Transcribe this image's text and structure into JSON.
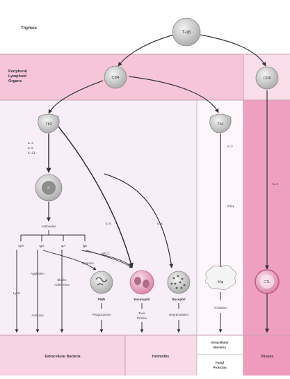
{
  "rows": {
    "thymus": "Thymus",
    "peripheral": [
      "Peripheral",
      "Lymphoid",
      "Organs"
    ]
  },
  "cells": {
    "tab": "T-αβ",
    "cd4": "CD4",
    "cd8": "CD8",
    "th2": "Th2",
    "th1": "Th1",
    "b": "B",
    "mph": "Mφ",
    "ctl": "CTL",
    "pmn": "PMN",
    "eosinophil": "Eosinophil",
    "basophil": "Basophil"
  },
  "labels": {
    "th2_cytokines": [
      "IL-4",
      "IL-5",
      "IL-13"
    ],
    "th1_il2": "IL-2",
    "th1_ifn": "IFNγ",
    "il5": "IL-5",
    "il4": "IL-4",
    "cd8_il2": "IL-2",
    "antibodies": "Antibodies",
    "igs": [
      "IgM",
      "IgG",
      "IgA",
      "IgE"
    ],
    "opsonin": "Opsonin",
    "adcc": "ADCC",
    "agglutinin": "Agglutinin",
    "blocks_adherence": [
      "Blocks",
      "Adherence"
    ],
    "lysis": "Lysis",
    "antitoxin": "Antitoxin",
    "phagocytosis": "Phagocytosis",
    "toxic_protein": [
      "Toxic",
      "Protein"
    ],
    "degranulation": "Degranulation",
    "activation": "Activation"
  },
  "targets": {
    "extracellular": "Extracellular Bacteria",
    "helminths": "Helminths",
    "intracellular": [
      "Intracellular",
      "Bacteria"
    ],
    "fungi": [
      "Fungi",
      "Protozoa"
    ],
    "viruses": "Viruses"
  },
  "colors": {
    "pink_light": "#f9dde8",
    "pink_mid": "#f4b8cf",
    "pink_strong": "#ee93b6",
    "lavender": "#f6ecf7",
    "cell_gray": "#cfcfcf"
  }
}
